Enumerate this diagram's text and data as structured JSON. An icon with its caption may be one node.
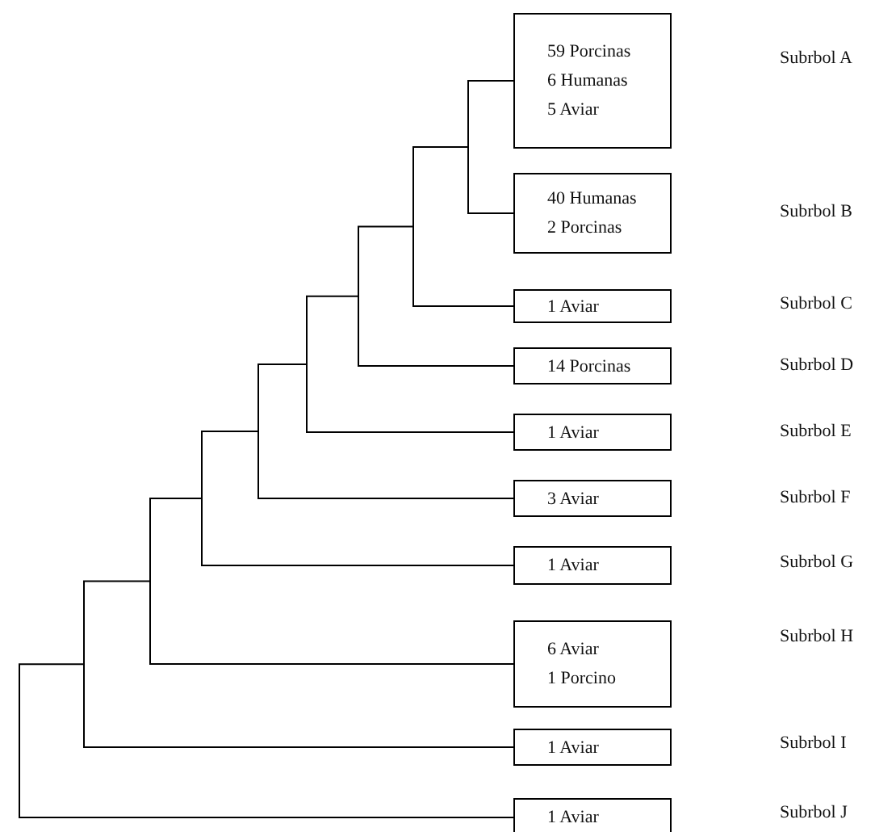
{
  "diagram": {
    "nodes": [
      {
        "text": [
          "59 Porcinas",
          "6 Humanas",
          "5 Aviar"
        ]
      },
      {
        "text": [
          "40 Humanas",
          "2 Porcinas"
        ]
      },
      {
        "text": [
          "1 Aviar"
        ]
      },
      {
        "text": [
          "14 Porcinas"
        ]
      },
      {
        "text": [
          "1 Aviar"
        ]
      },
      {
        "text": [
          "3 Aviar"
        ]
      },
      {
        "text": [
          "1 Aviar"
        ]
      },
      {
        "text": [
          "6 Aviar",
          "1 Porcino"
        ]
      },
      {
        "text": [
          "1 Aviar"
        ]
      },
      {
        "text": [
          "1 Aviar"
        ]
      }
    ],
    "labels": [
      "Subrbol A",
      "Subrbol B",
      "Subrbol C",
      "Subrbol D",
      "Subrbol E",
      "Subrbol F",
      "Subrbol G",
      "Subrbol H",
      "Subrbol I",
      "Subrbol J"
    ]
  }
}
